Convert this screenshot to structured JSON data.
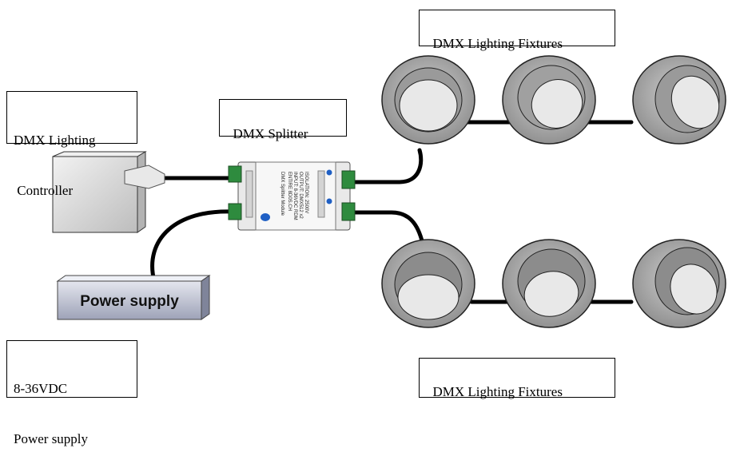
{
  "labels": {
    "fixtures_top": "DMX Lighting Fixtures",
    "controller_line1": "DMX Lighting",
    "controller_line2": " Controller",
    "splitter": "DMX Splitter",
    "power_supply_device": "Power supply",
    "psu_line1": "8-36VDC",
    "psu_line2": "Power supply",
    "fixtures_bottom": "DMX Lighting Fixtures"
  },
  "splitter_device": {
    "title": "DMX Splitter Module",
    "lines": [
      "ENTIRE 8D0S.CH",
      "INPUT: 8-36VDC RDM",
      "OUTPUT: DMX512 x2",
      "ISOLATION: 2500V"
    ]
  },
  "colors": {
    "cable": "#000000",
    "fixture_outer": "#a8a8a8",
    "fixture_inner": "#e8e8e8",
    "controller_box": "#d9d9d9",
    "splitter_body": "#e6e6e6",
    "terminal_green": "#2e8b3e",
    "logo_blue": "#1f5fc4",
    "psu_face": "#cfd3e0"
  }
}
